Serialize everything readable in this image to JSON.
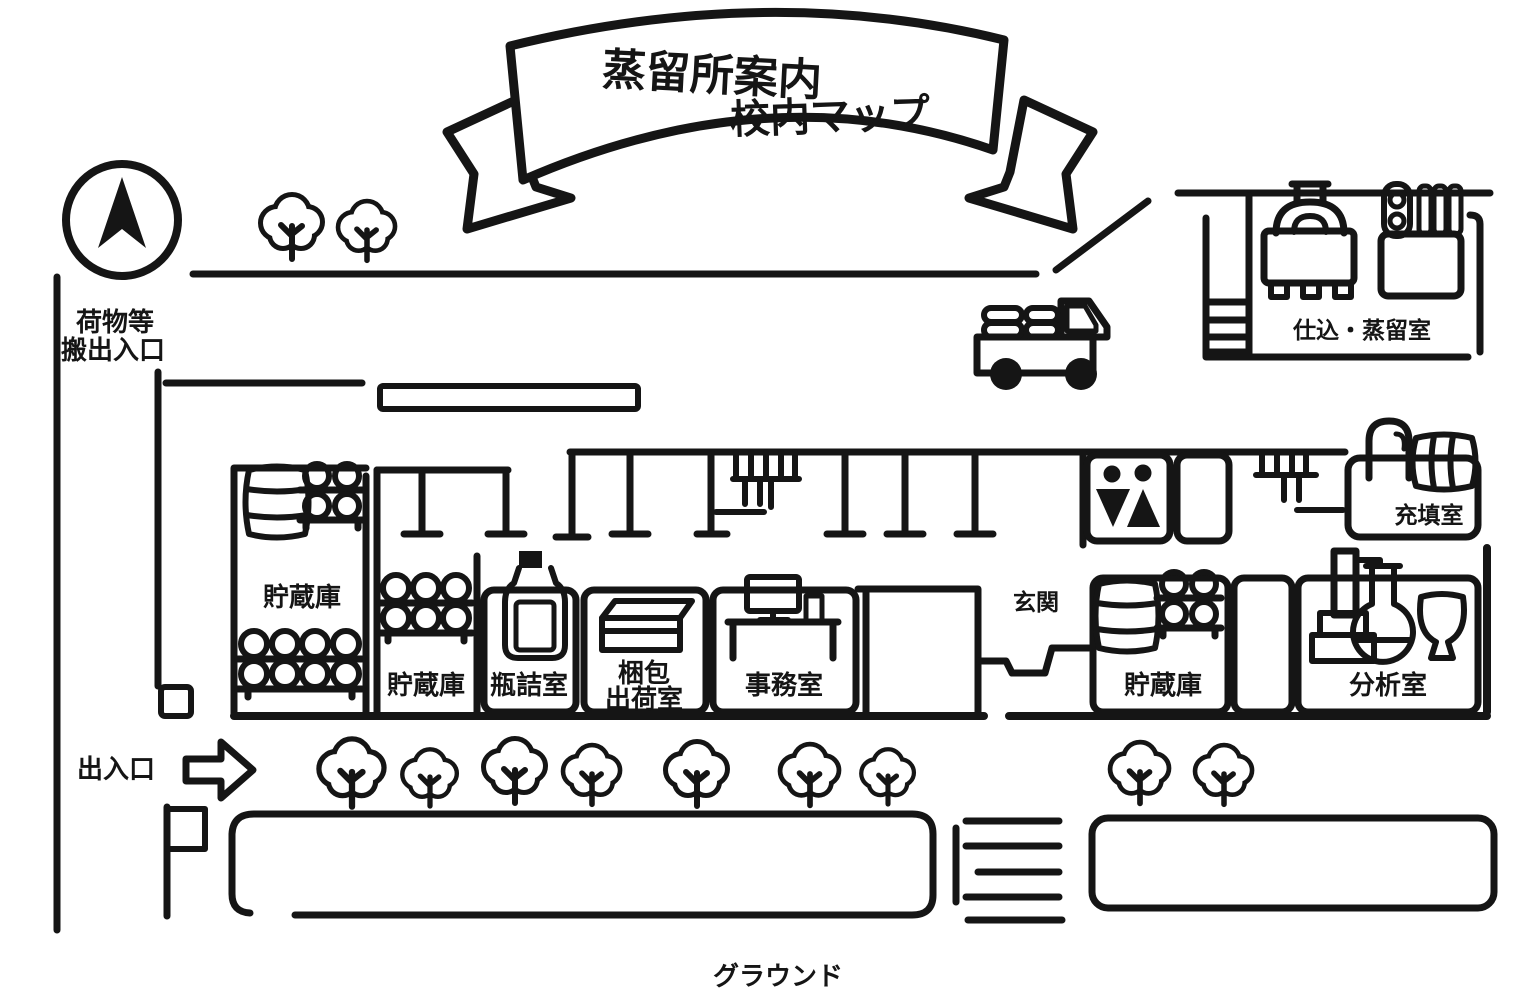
{
  "colors": {
    "ink": "#151515",
    "background": "#ffffff"
  },
  "banner": {
    "title_line1": "蒸留所案内",
    "title_line2": "校内マップ"
  },
  "areas": {
    "cargo_entrance": {
      "line1": "荷物等",
      "line2": "搬出入口"
    },
    "storage_large": "貯蔵庫",
    "storage_mid": "貯蔵庫",
    "bottling_room": "瓶詰室",
    "packing_shipping": {
      "line1": "梱包",
      "line2": "出荷室"
    },
    "office": "事務室",
    "entrance_hall": "玄関",
    "storage_right": "貯蔵庫",
    "analysis_room": "分析室",
    "filling_room": "充填室",
    "prep_distillation_room": "仕込・蒸留室",
    "main_exit": "出入口",
    "ground": "グラウンド"
  },
  "icons": {
    "north-compass-icon": "▲",
    "tree-icon": "♣",
    "truck-icon": "▣",
    "pot-still-icon": "⌂",
    "mash-tank-icon": "▤",
    "stairs-icon": "≡",
    "ladder-icon": "☰",
    "barrel-icon": "◍",
    "barrel-rack-icon": "◎◎",
    "bottle-icon": "⌷",
    "package-box-icon": "◫",
    "desk-computer-icon": "⌸",
    "restroom-icon": "♀♂",
    "jug-icon": "◱",
    "lab-flask-icon": "⚗",
    "tasting-glass-icon": "◡",
    "right-arrow-icon": "⇨",
    "flag-icon": "⚑"
  }
}
